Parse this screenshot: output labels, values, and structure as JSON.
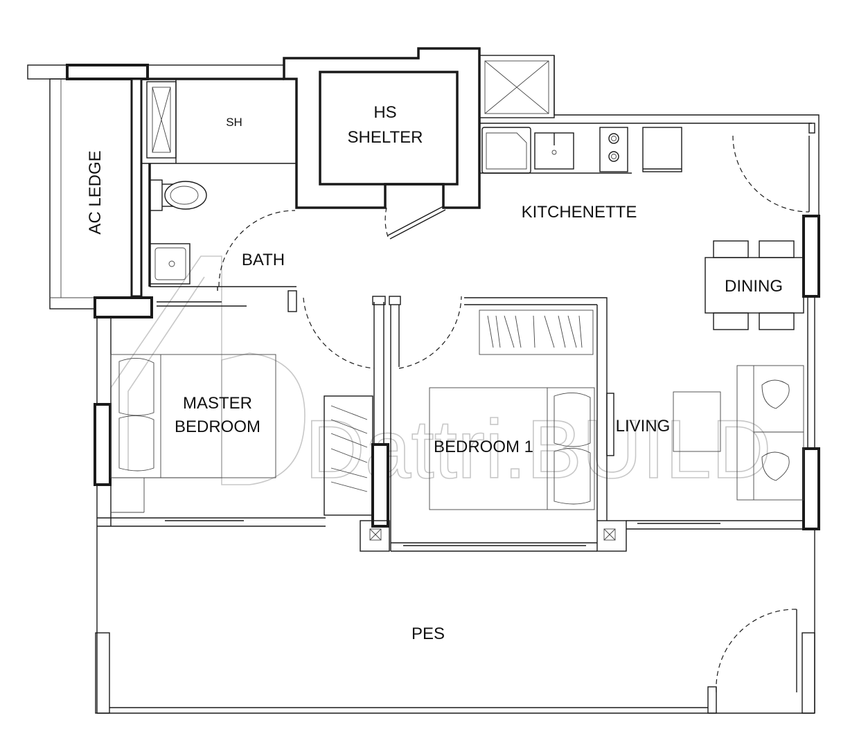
{
  "rooms": {
    "ac_ledge": "AC LEDGE",
    "sh": "SH",
    "hs_shelter_line1": "HS",
    "hs_shelter_line2": "SHELTER",
    "kitchenette": "KITCHENETTE",
    "bath": "BATH",
    "dining": "DINING",
    "master_line1": "MASTER",
    "master_line2": "BEDROOM",
    "bedroom1": "BEDROOM 1",
    "living": "LIVING",
    "pes": "PES"
  },
  "watermark": "Dattri.BUILD"
}
